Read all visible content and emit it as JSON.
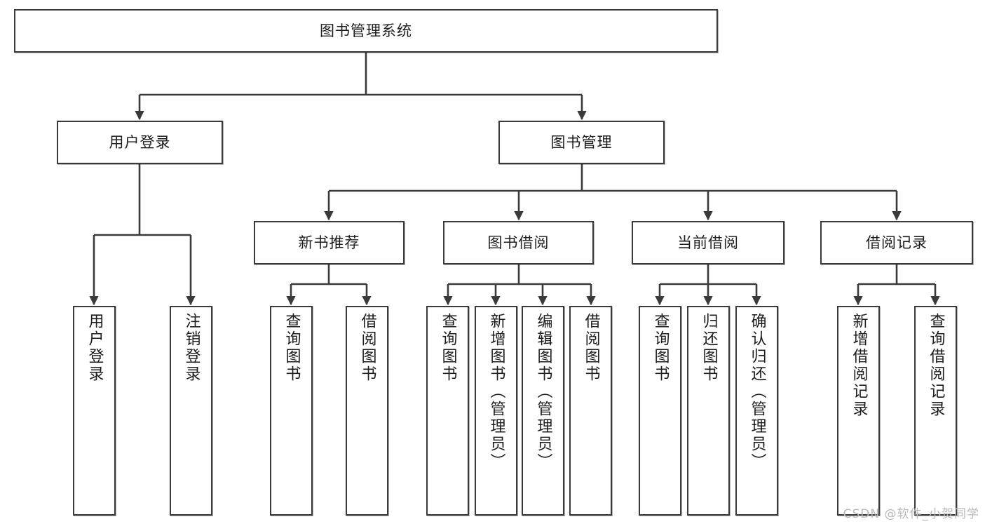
{
  "diagram": {
    "title": "图书管理系统",
    "type": "tree-hierarchy-diagram",
    "stroke_color": "#3a3a3a",
    "text_color": "#1c1c1c",
    "background_color": "#ffffff",
    "root": {
      "label": "图书管理系统"
    },
    "level2": [
      {
        "label": "用户登录"
      },
      {
        "label": "图书管理"
      }
    ],
    "level3": [
      {
        "label": "新书推荐"
      },
      {
        "label": "图书借阅"
      },
      {
        "label": "当前借阅"
      },
      {
        "label": "借阅记录"
      }
    ],
    "leaves": {
      "user_login": [
        {
          "label": "用户登录"
        },
        {
          "label": "注销登录"
        }
      ],
      "new_book_recommend": [
        {
          "label": "查询图书"
        },
        {
          "label": "借阅图书"
        }
      ],
      "book_borrow": [
        {
          "label": "查询图书"
        },
        {
          "label": "新增图书（管理员）"
        },
        {
          "label": "编辑图书（管理员）"
        },
        {
          "label": "借阅图书"
        }
      ],
      "current_borrow": [
        {
          "label": "查询图书"
        },
        {
          "label": "归还图书"
        },
        {
          "label": "确认归还（管理员）"
        }
      ],
      "borrow_record": [
        {
          "label": "新增借阅记录"
        },
        {
          "label": "查询借阅记录"
        }
      ]
    }
  },
  "watermark": {
    "text": "CSDN @软件_小贺同学"
  }
}
